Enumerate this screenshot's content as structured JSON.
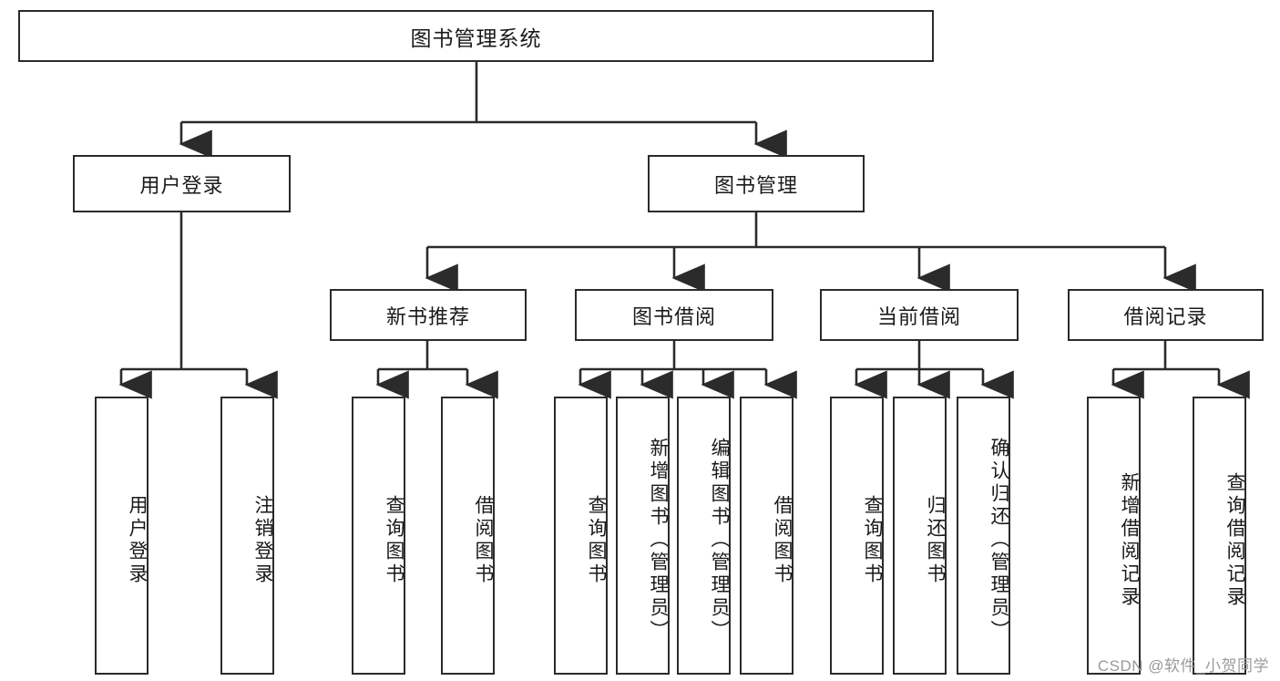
{
  "diagram": {
    "type": "tree-hierarchy",
    "title": "图书管理系统",
    "root": {
      "label": "图书管理系统"
    },
    "level2": [
      {
        "id": "user-login",
        "label": "用户登录"
      },
      {
        "id": "book-management",
        "label": "图书管理"
      }
    ],
    "level3": [
      {
        "id": "new-book-recommend",
        "label": "新书推荐"
      },
      {
        "id": "book-borrow",
        "label": "图书借阅"
      },
      {
        "id": "current-borrow",
        "label": "当前借阅"
      },
      {
        "id": "borrow-record",
        "label": "借阅记录"
      }
    ],
    "leaves": [
      {
        "id": "leaf-user-login",
        "label": "用户登录",
        "parent": "用户登录"
      },
      {
        "id": "leaf-user-logout",
        "label": "注销登录",
        "parent": "用户登录"
      },
      {
        "id": "leaf-query-book-1",
        "label": "查询图书",
        "parent": "新书推荐"
      },
      {
        "id": "leaf-borrow-book-1",
        "label": "借阅图书",
        "parent": "新书推荐"
      },
      {
        "id": "leaf-query-book-2",
        "label": "查询图书",
        "parent": "图书借阅"
      },
      {
        "id": "leaf-add-book",
        "label": "新增图书（管理员）",
        "parent": "图书借阅"
      },
      {
        "id": "leaf-edit-book",
        "label": "编辑图书（管理员）",
        "parent": "图书借阅"
      },
      {
        "id": "leaf-borrow-book-2",
        "label": "借阅图书",
        "parent": "图书借阅"
      },
      {
        "id": "leaf-query-book-3",
        "label": "查询图书",
        "parent": "当前借阅"
      },
      {
        "id": "leaf-return-book",
        "label": "归还图书",
        "parent": "当前借阅"
      },
      {
        "id": "leaf-confirm-return",
        "label": "确认归还（管理员）",
        "parent": "当前借阅"
      },
      {
        "id": "leaf-add-record",
        "label": "新增借阅记录",
        "parent": "借阅记录"
      },
      {
        "id": "leaf-query-record",
        "label": "查询借阅记录",
        "parent": "借阅记录"
      }
    ]
  },
  "watermark": {
    "text": "CSDN @软件_小贺同学"
  },
  "colors": {
    "border": "#2b2b2b",
    "text": "#1a1a1a",
    "background": "#ffffff",
    "watermark": "#9a9a9a"
  }
}
